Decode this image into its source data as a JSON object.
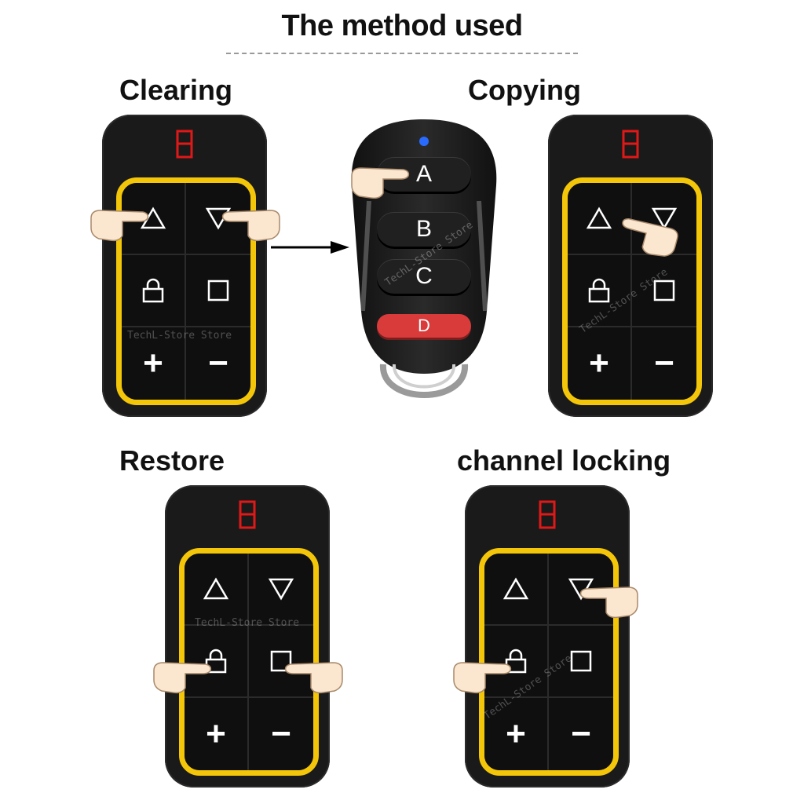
{
  "title": "The method used",
  "sections": {
    "clearing": "Clearing",
    "copying": "Copying",
    "restore": "Restore",
    "channel_locking": "channel locking"
  },
  "remote": {
    "keys": [
      "up-triangle-icon",
      "down-triangle-icon",
      "lock-icon",
      "square-icon",
      "+",
      "−"
    ],
    "plus": "+",
    "minus": "−",
    "watermark": "TechL-Store Store"
  },
  "fob": {
    "buttons": [
      "A",
      "B",
      "C",
      "D"
    ],
    "watermark": "TechL-Store Store",
    "led_color": "#2a6bff",
    "d_color": "#d93a3a"
  },
  "colors": {
    "frame": "#f4c60a",
    "body": "#1a1a1a",
    "digit": "#e01818"
  }
}
